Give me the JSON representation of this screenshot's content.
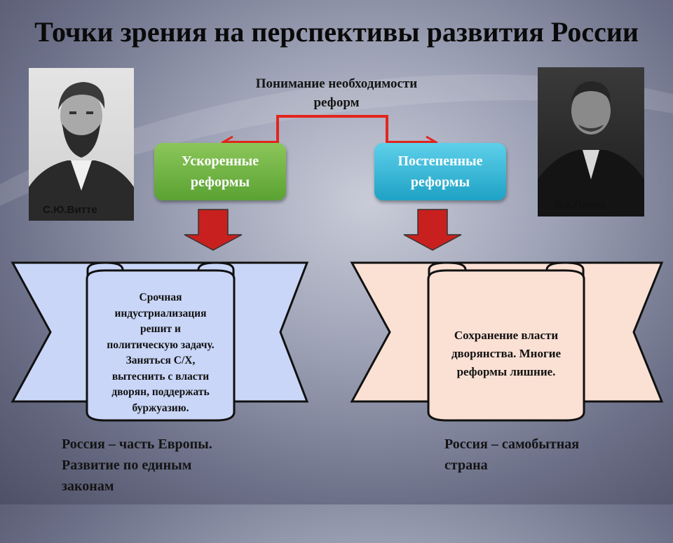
{
  "title": "Точки зрения на перспективы развития России",
  "left_person": {
    "caption": "С.Ю.Витте"
  },
  "right_person": {
    "caption": "В.К.Плеве"
  },
  "understanding": {
    "line1": "Понимание необходимости",
    "line2": "реформ"
  },
  "left_path": {
    "box_line1": "Ускоренные",
    "box_line2": "реформы",
    "scroll_lines": [
      "Срочная",
      "индустриализация",
      "решит и",
      "политическую задачу.",
      "Заняться С/Х,",
      "вытеснить с власти",
      "дворян, поддержать",
      "буржуазию."
    ],
    "conclusion_lines": [
      "Россия – часть Европы.",
      "Развитие по единым",
      "законам"
    ]
  },
  "right_path": {
    "box_line1": "Постепенные",
    "box_line2": "реформы",
    "scroll_lines": [
      "Сохранение власти",
      "дворянства. Многие",
      "реформы лишние."
    ],
    "conclusion_lines": [
      "Россия – самобытная",
      "страна"
    ]
  },
  "colors": {
    "accent_red": "#e2261c",
    "arrow_red": "#c8201e",
    "left_box": "#6aad3f",
    "right_box": "#2db3d6",
    "left_scroll": "#c9d6f8",
    "right_scroll": "#fbe0d4"
  }
}
